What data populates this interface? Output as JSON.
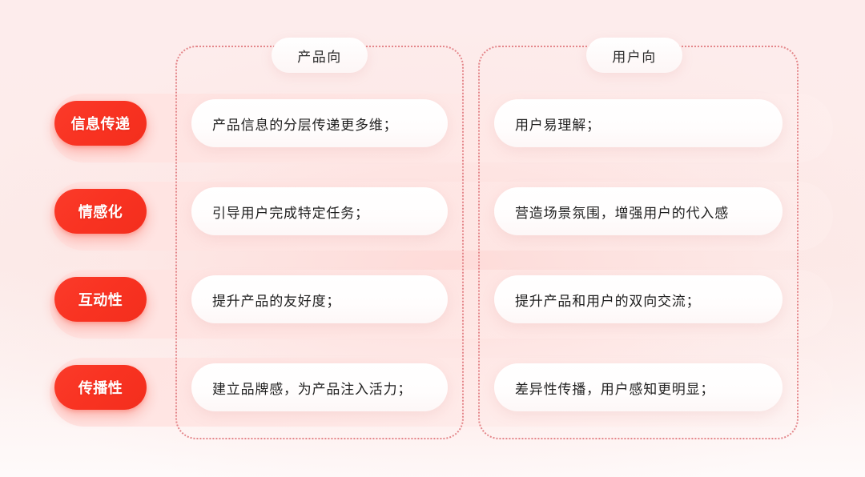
{
  "theme": {
    "accent": "#f9321f",
    "frame_dash_color": "#e4868a",
    "band_color": "#ffe2e0",
    "background_top": "#fdecec",
    "background_bottom": "#fefafa",
    "card_background": "#ffffff",
    "text_color": "#1f1f1f",
    "pill_text_color": "#ffffff"
  },
  "columns": [
    {
      "id": "product",
      "label": "产品向"
    },
    {
      "id": "user",
      "label": "用户向"
    }
  ],
  "rows": [
    {
      "category": "信息传递",
      "product": "产品信息的分层传递更多维；",
      "user": "用户易理解；"
    },
    {
      "category": "情感化",
      "product": "引导用户完成特定任务；",
      "user": "营造场景氛围，增强用户的代入感"
    },
    {
      "category": "互动性",
      "product": "提升产品的友好度；",
      "user": "提升产品和用户的双向交流；"
    },
    {
      "category": "传播性",
      "product": "建立品牌感，为产品注入活力；",
      "user": "差异性传播，用户感知更明显；"
    }
  ]
}
